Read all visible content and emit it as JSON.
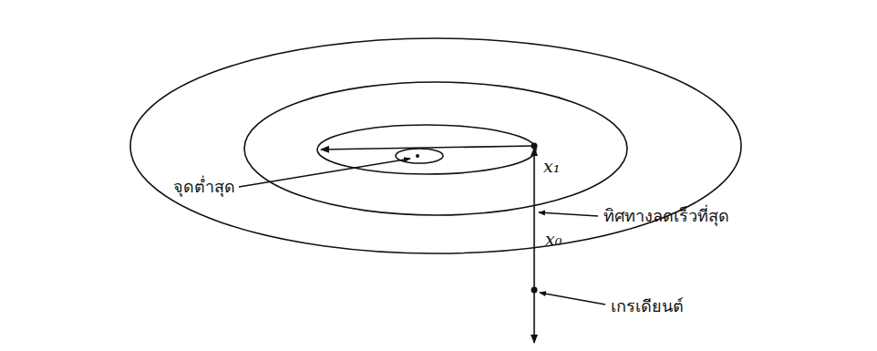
{
  "diagram": {
    "labels": [
      "จุดต่ำสุด",
      "ทิศทางลดเร็วที่สุด",
      "เกรเดียนต์",
      "x₁",
      "x₀"
    ]
  }
}
